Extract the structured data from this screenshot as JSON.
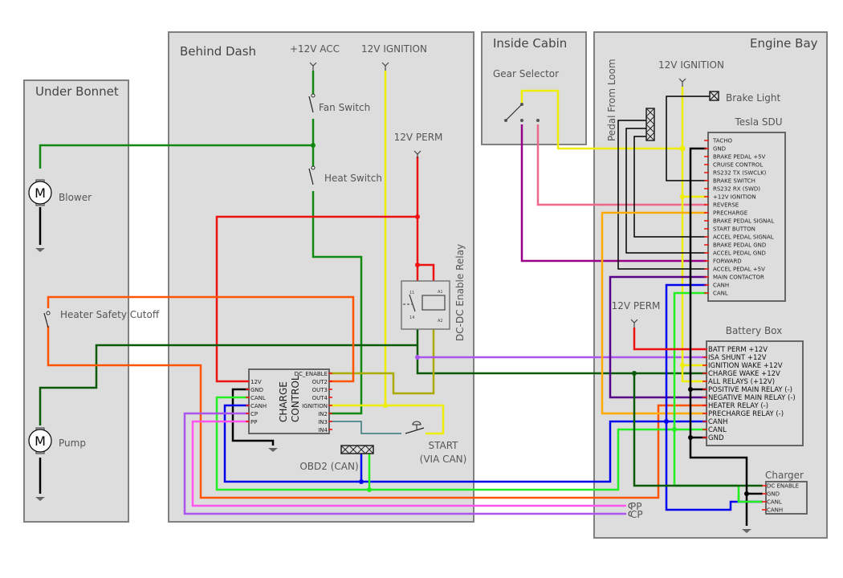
{
  "colors": {
    "red": "#ee1111",
    "green": "#118811",
    "darkgreen": "#0a5a0a",
    "yellow": "#eeee00",
    "olive": "#aaaa00",
    "orange": "#ff5500",
    "amber": "#ffaa00",
    "blue": "#0000ee",
    "lime": "#22ee22",
    "purple": "#aa55ee",
    "pink": "#ff55ee",
    "magenta": "#990088",
    "indigo": "#550088",
    "rose": "#ee6688",
    "teal": "#337777",
    "black": "#000000"
  },
  "panels": {
    "under_bonnet": "Under Bonnet",
    "behind_dash": "Behind Dash",
    "inside_cabin": "Inside Cabin",
    "engine_bay": "Engine Bay"
  },
  "labels": {
    "blower": "Blower",
    "pump": "Pump",
    "motor": "M",
    "heater_safety_cutoff": "Heater Safety Cutoff",
    "acc": "+12V ACC",
    "ignition": "12V IGNITION",
    "perm": "12V PERM",
    "fan_switch": "Fan Switch",
    "heat_switch": "Heat Switch",
    "dcdc_relay": "DC-DC Enable Relay",
    "relay_pin_11": "11",
    "relay_pin_14": "14",
    "relay_pin_a1": "A1",
    "relay_pin_a2": "A2",
    "charge_control_line1": "CHARGE",
    "charge_control_line2": "CONTROL",
    "obd2": "OBD2 (CAN)",
    "start_line1": "START",
    "start_line2": "(VIA CAN)",
    "gear_selector": "Gear Selector",
    "pedal_from_loom": "Pedal From Loom",
    "engine_ignition": "12V IGNITION",
    "brake_light": "Brake Light",
    "tesla_sdu": "Tesla SDU",
    "engine_perm": "12V PERM",
    "battery_box": "Battery Box",
    "charger": "Charger",
    "pp": "PP",
    "cp": "CP"
  },
  "charge_control": {
    "left_pins": [
      "12V",
      "GND",
      "CANL",
      "CANH",
      "CP",
      "PP"
    ],
    "right_pins": [
      "DC_ENABLE",
      "OUT2",
      "OUT3",
      "OUT4",
      "IGNITION",
      "IN2",
      "IN3",
      "IN4"
    ]
  },
  "tesla_sdu": {
    "pins": [
      "TACHO",
      "GND",
      "BRAKE PEDAL +5V",
      "CRUISE CONTROL",
      "RS232 TX (SWCLK)",
      "BRAKE SWITCH",
      "RS232 RX (SWD)",
      "+12V IGNITION",
      "REVERSE",
      "PRECHARGE",
      "BRAKE PEDAL SIGNAL",
      "START BUTTON",
      "ACCEL PEDAL SIGNAL",
      "BRAKE PEDAL GND",
      "ACCEL PEDAL GND",
      "FORWARD",
      "ACCEL PEDAL +5V",
      "MAIN CONTACTOR",
      "CANH",
      "CANL"
    ]
  },
  "battery_box": {
    "pins": [
      "BATT PERM +12V",
      "ISA SHUNT +12V",
      "IGNITION WAKE +12V",
      "CHARGE WAKE +12V",
      "ALL RELAYS (+12V)",
      "POSITIVE MAIN RELAY (-)",
      "NEGATIVE MAIN RELAY (-)",
      "HEATER RELAY (-)",
      "PRECHARGE RELAY (-)",
      "CANH",
      "CANL",
      "GND"
    ]
  },
  "charger": {
    "pins": [
      "DC ENABLE",
      "GND",
      "CANL",
      "CANH"
    ]
  }
}
